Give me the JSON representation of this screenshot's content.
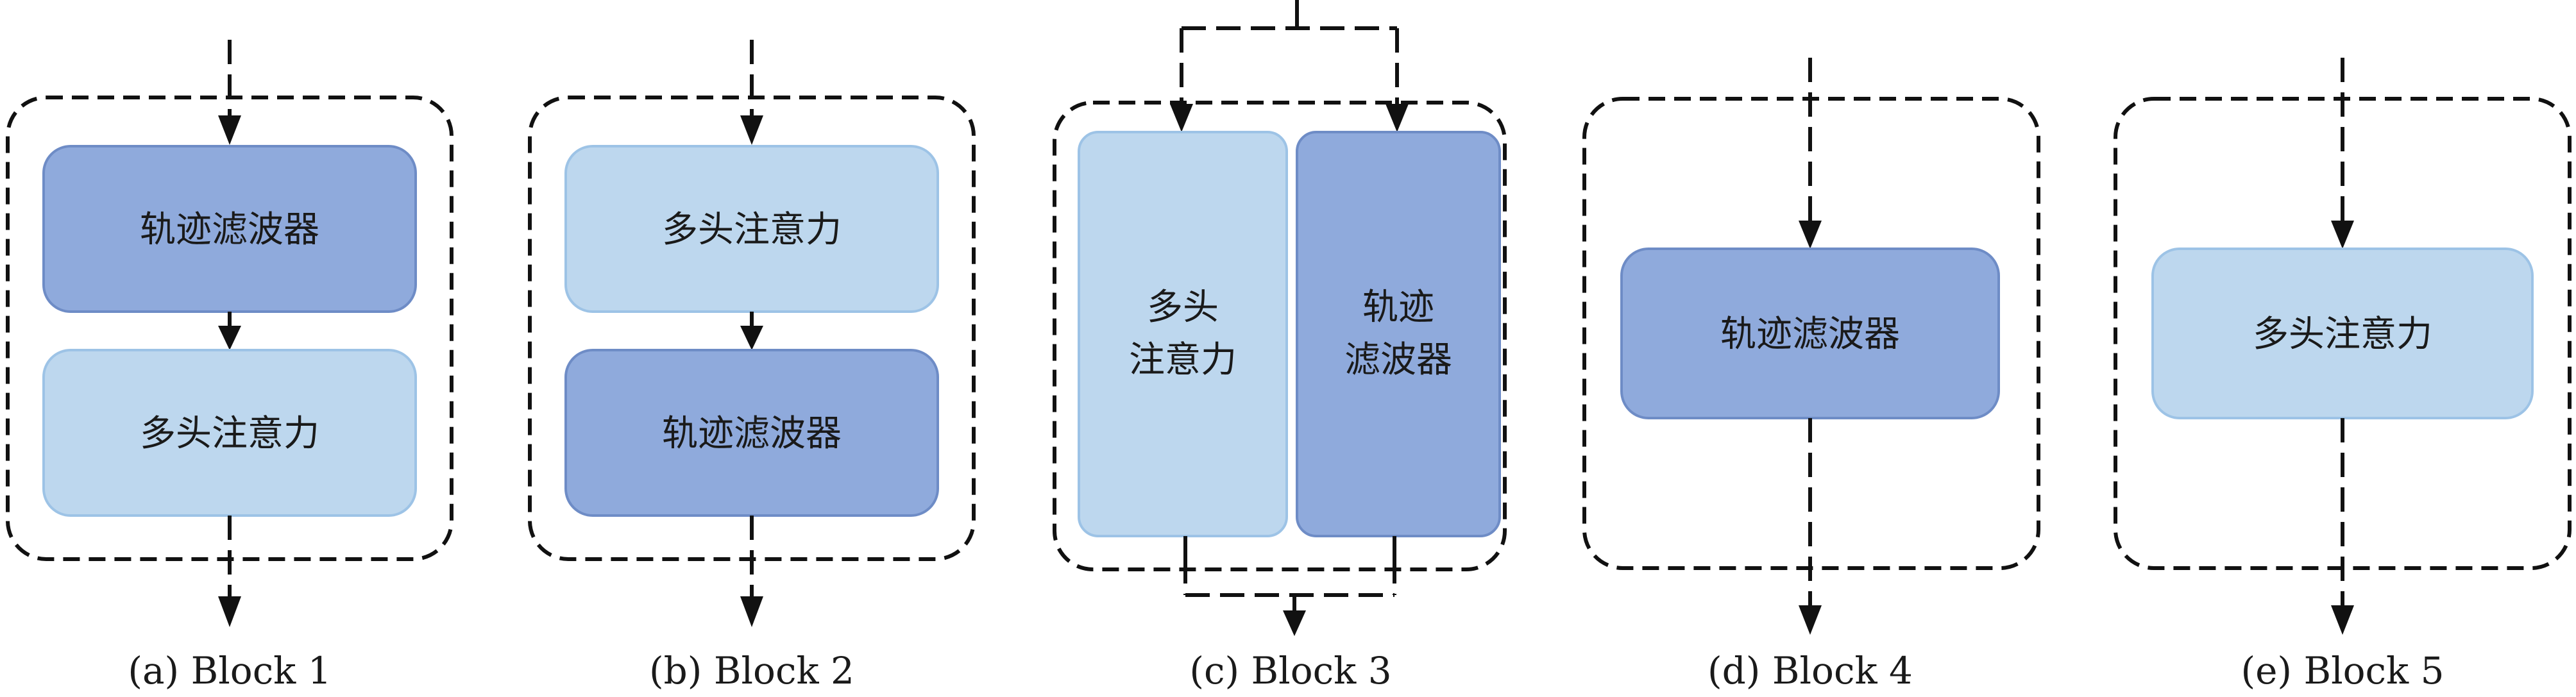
{
  "colors": {
    "trajectory_filter": "#8faadc",
    "trajectory_filter_border": "#6e8cc6",
    "multi_head_attention": "#bdd7ee",
    "multi_head_attention_border": "#9dc3e6",
    "line": "#111111"
  },
  "blocks": [
    {
      "caption": "(a) Block 1",
      "top_module": "轨迹滤波器",
      "bottom_module": "多头注意力"
    },
    {
      "caption": "(b) Block 2",
      "top_module": "多头注意力",
      "bottom_module": "轨迹滤波器"
    },
    {
      "caption": "(c) Block 3",
      "left_module_line1": "多头",
      "left_module_line2": "注意力",
      "right_module_line1": "轨迹",
      "right_module_line2": "滤波器"
    },
    {
      "caption": "(d) Block 4",
      "module": "轨迹滤波器"
    },
    {
      "caption": "(e) Block 5",
      "module": "多头注意力"
    }
  ]
}
